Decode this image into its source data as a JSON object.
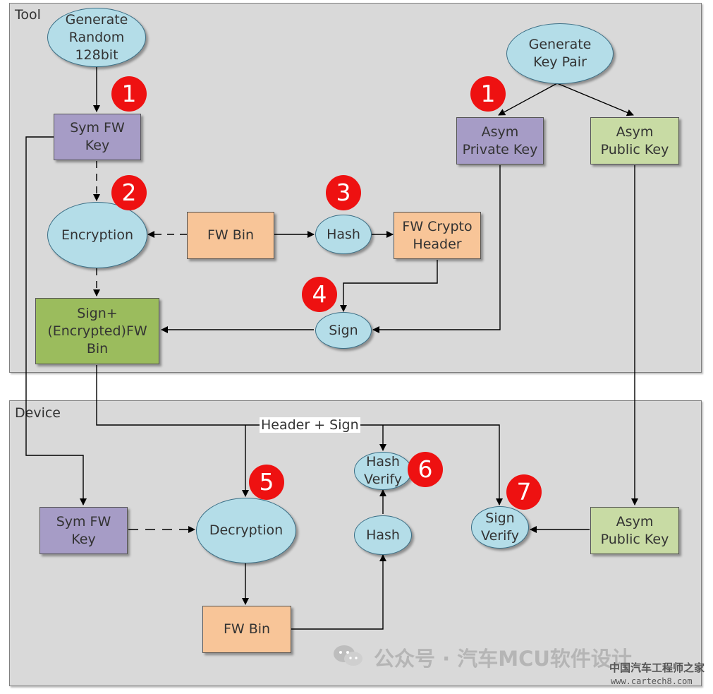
{
  "panels": {
    "tool": "Tool",
    "device": "Device"
  },
  "nodes": {
    "gen_random": "Generate\nRandom\n128bit",
    "gen_keypair": "Generate\nKey Pair",
    "sym_fw_key_tool": "Sym FW\nKey",
    "asym_private_key": "Asym\nPrivate Key",
    "asym_public_key_tool": "Asym\nPublic Key",
    "encryption": "Encryption",
    "fw_bin_tool": "FW Bin",
    "hash_tool": "Hash",
    "fw_crypto_header": "FW Crypto\nHeader",
    "sign": "Sign",
    "signed_bin": "Sign+\n(Encrypted)FW\nBin",
    "sym_fw_key_device": "Sym FW\nKey",
    "decryption": "Decryption",
    "hash_verify": "Hash\nVerify",
    "hash_device": "Hash",
    "sign_verify": "Sign\nVerify",
    "asym_public_key_device": "Asym\nPublic Key",
    "fw_bin_device": "FW Bin"
  },
  "badges": [
    "1",
    "1",
    "2",
    "3",
    "4",
    "5",
    "6",
    "7"
  ],
  "edge_label": "Header + Sign",
  "watermark": {
    "text": "公众号 · 汽车MCU软件设计",
    "logo_text": "中国汽车工程师之家",
    "url": "www.cartech8.com",
    "icon": "wechat-icon"
  },
  "colors": {
    "ellipse_fill": "#b4dde8",
    "purple_fill": "#a69cc6",
    "orange_fill": "#f8c598",
    "light_green_fill": "#c8dba4",
    "dark_green_fill": "#9bbc5d",
    "badge_fill": "#ee1111",
    "panel_fill": "#d9d9d9"
  }
}
